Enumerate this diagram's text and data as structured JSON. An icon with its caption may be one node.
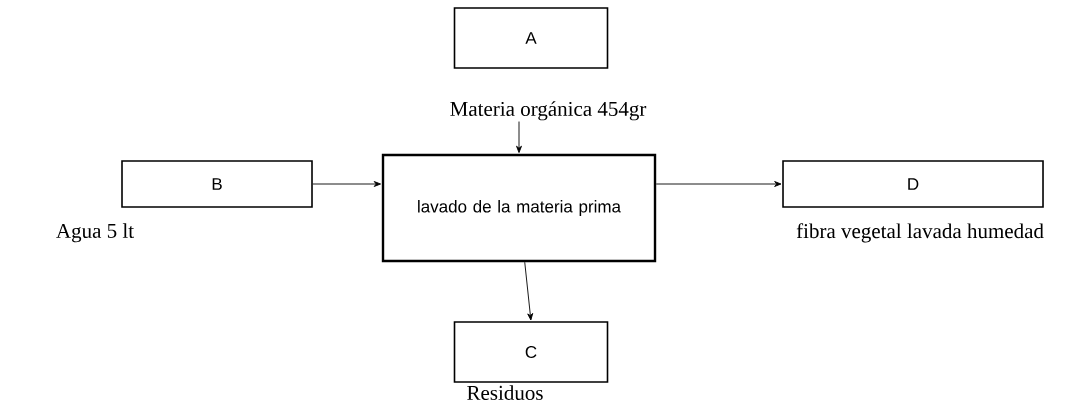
{
  "diagram": {
    "nodes": [
      {
        "text": [
          "A"
        ],
        "beside": [
          "Materia orgánica 454gr"
        ]
      },
      {
        "text": [
          "B"
        ],
        "beside": [
          "Agua 5 lt"
        ]
      },
      {
        "text": [
          "lavado de la materia prima"
        ]
      },
      {
        "text": [
          "D"
        ],
        "beside": [
          "fibra vegetal lavada humedad"
        ]
      },
      {
        "text": [
          "C"
        ],
        "beside": [
          "Residuos"
        ]
      }
    ],
    "edges": [
      {
        "from": 0,
        "to": 2,
        "arrow": "to"
      },
      {
        "from": 1,
        "to": 2,
        "arrow": "to"
      },
      {
        "from": 2,
        "to": 3,
        "arrow": "to"
      },
      {
        "from": 2,
        "to": 4,
        "arrow": "to"
      }
    ]
  }
}
